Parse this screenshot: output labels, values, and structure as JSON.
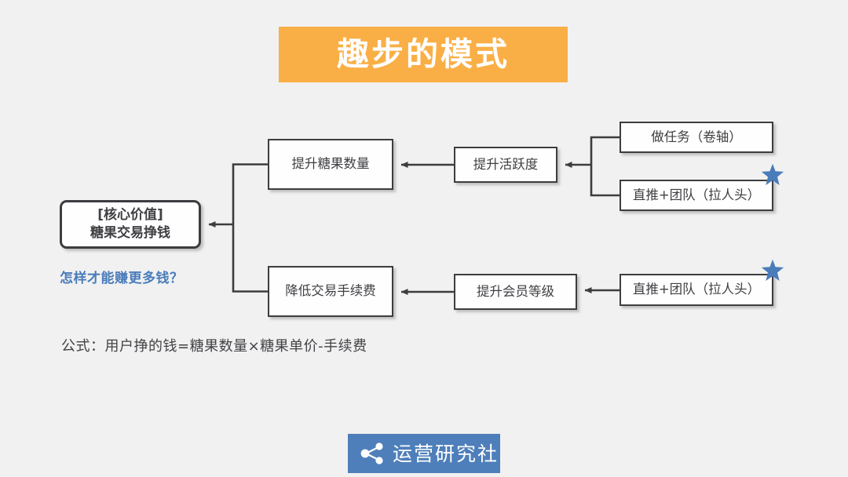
{
  "page": {
    "background_color": "#f1f1f1"
  },
  "title": {
    "text": "趣步的模式",
    "background_color": "#f9af46",
    "text_color": "#ffffff"
  },
  "diagram": {
    "core": {
      "line1": "[核心价值]",
      "line2": "糖果交易挣钱"
    },
    "nodes": {
      "candy_amount": "提升糖果数量",
      "lower_fee": "降低交易手续费",
      "activity": "提升活跃度",
      "member_level": "提升会员等级",
      "task": "做任务（卷轴）",
      "referral_top": "直推+团队（拉人头）",
      "referral_bottom": "直推+团队（拉人头）"
    },
    "box_border_color": "#3d3d40",
    "box_fill_color": "#fefefe",
    "connector_color": "#3d3d40",
    "star_color": "#4a7cba",
    "star_count": 2
  },
  "question": {
    "text": "怎样才能赚更多钱？",
    "color": "#4a7cba"
  },
  "formula": {
    "text": "公式：用户挣的钱=糖果数量×糖果单价-手续费",
    "color": "#434347"
  },
  "footer": {
    "brand": "运营研究社",
    "icon": "share-icon",
    "background_color": "#4e7fba",
    "text_color": "#ffffff"
  }
}
